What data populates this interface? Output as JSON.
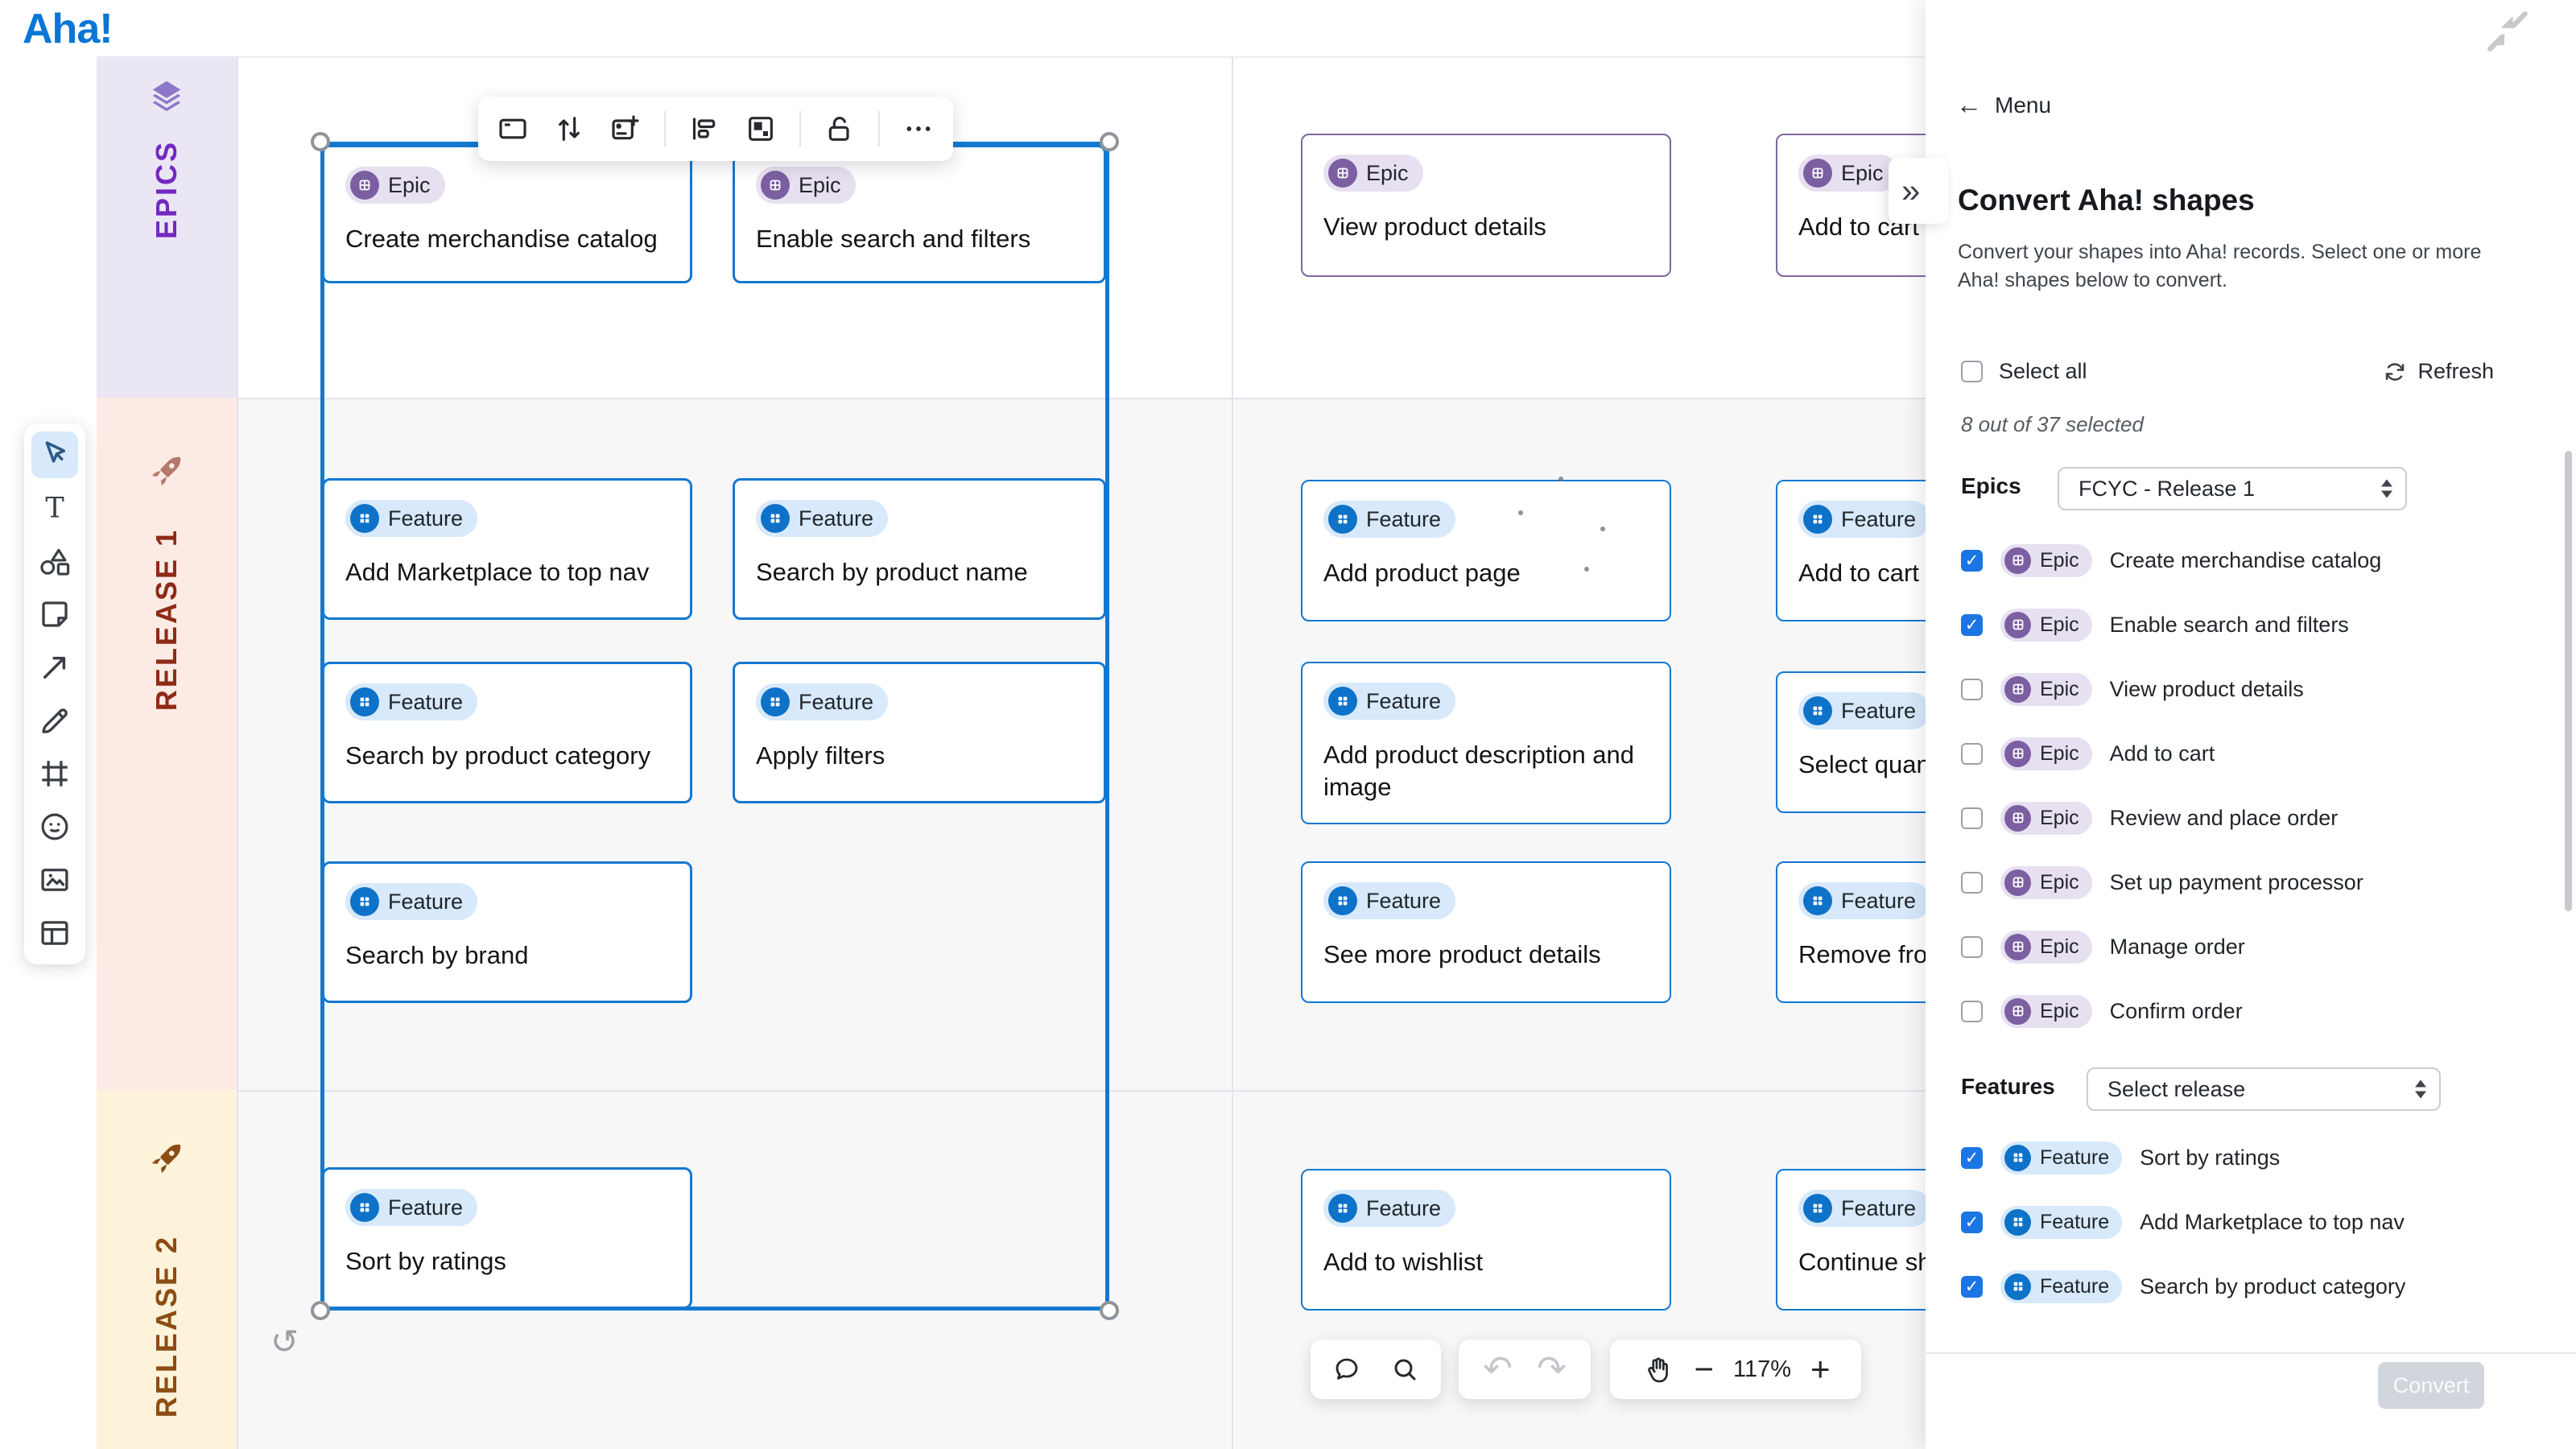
{
  "brand": {
    "logo_text": "Aha!"
  },
  "canvas": {
    "rows": [
      {
        "label": "EPICS"
      },
      {
        "label": "RELEASE 1"
      },
      {
        "label": "RELEASE 2"
      }
    ],
    "zoom_percent": "117%",
    "cards": [
      {
        "type_label": "Epic",
        "title": "Create merchandise catalog"
      },
      {
        "type_label": "Epic",
        "title": "Enable search and filters"
      },
      {
        "type_label": "Epic",
        "title": "View product details"
      },
      {
        "type_label": "Epic",
        "title": "Add to cart"
      },
      {
        "type_label": "Feature",
        "title": "Add Marketplace to top nav"
      },
      {
        "type_label": "Feature",
        "title": "Search by product name"
      },
      {
        "type_label": "Feature",
        "title": "Add product page"
      },
      {
        "type_label": "Feature",
        "title": "Add to cart"
      },
      {
        "type_label": "Feature",
        "title": "Search by product category"
      },
      {
        "type_label": "Feature",
        "title": "Apply filters"
      },
      {
        "type_label": "Feature",
        "title": "Add product description and image"
      },
      {
        "type_label": "Feature",
        "title": "Select quantity"
      },
      {
        "type_label": "Feature",
        "title": "Search by brand"
      },
      {
        "type_label": "Feature",
        "title": "See more product details"
      },
      {
        "type_label": "Feature",
        "title": "Remove from cart"
      },
      {
        "type_label": "Feature",
        "title": "Sort by ratings"
      },
      {
        "type_label": "Feature",
        "title": "Add to wishlist"
      },
      {
        "type_label": "Feature",
        "title": "Continue shopping"
      }
    ]
  },
  "panel": {
    "menu_label": "Menu",
    "collapse_glyph": "»",
    "title": "Convert Aha! shapes",
    "description": "Convert your shapes into Aha! records. Select one or more Aha! shapes below to convert.",
    "select_all_label": "Select all",
    "refresh_label": "Refresh",
    "selection_summary": "8 out of 37 selected",
    "epics_label": "Epics",
    "epics_release_value": "FCYC - Release 1",
    "features_label": "Features",
    "features_release_value": "Select release",
    "convert_label": "Convert",
    "epic_items": [
      {
        "type_label": "Epic",
        "title": "Create merchandise catalog",
        "checked": true
      },
      {
        "type_label": "Epic",
        "title": "Enable search and filters",
        "checked": true
      },
      {
        "type_label": "Epic",
        "title": "View product details",
        "checked": false
      },
      {
        "type_label": "Epic",
        "title": "Add to cart",
        "checked": false
      },
      {
        "type_label": "Epic",
        "title": "Review and place order",
        "checked": false
      },
      {
        "type_label": "Epic",
        "title": "Set up payment processor",
        "checked": false
      },
      {
        "type_label": "Epic",
        "title": "Manage order",
        "checked": false
      },
      {
        "type_label": "Epic",
        "title": "Confirm order",
        "checked": false
      }
    ],
    "feature_items": [
      {
        "type_label": "Feature",
        "title": "Sort by ratings",
        "checked": true
      },
      {
        "type_label": "Feature",
        "title": "Add Marketplace to top nav",
        "checked": true
      },
      {
        "type_label": "Feature",
        "title": "Search by product category",
        "checked": true
      }
    ]
  },
  "glyphs": {
    "back_arrow": "←",
    "undo": "↶",
    "redo": "↷",
    "rotate_handle": "↻",
    "more_options": "•••",
    "zoom_out": "−",
    "zoom_in": "+"
  },
  "colors": {
    "accent_blue": "#1478d1",
    "feature_badge_bg": "#d7e9fb",
    "feature_badge_icon": "#0e72c8",
    "epic_badge_bg": "#e7e0f1",
    "epic_badge_icon": "#7b5fa1",
    "epic_border": "#7e689b",
    "checkbox_checked": "#1b76e3",
    "epics_band_bg": "#ebe6f4",
    "epics_band_text": "#7329c0",
    "release1_band_bg": "#fcebe4",
    "release1_band_text": "#8e2a16",
    "release2_band_bg": "#fdf3da",
    "release2_band_text": "#8d4c13"
  }
}
